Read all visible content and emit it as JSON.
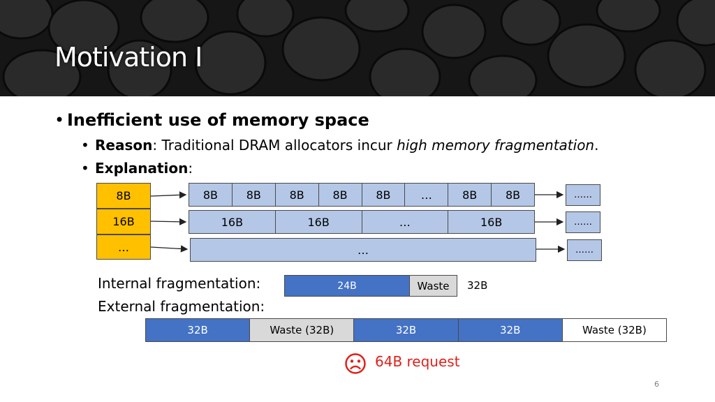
{
  "slide": {
    "title": "Motivation I",
    "page_number": "6"
  },
  "bullets": {
    "main": "Inefficient use of memory space",
    "reason_label": "Reason",
    "reason_text": ": Traditional DRAM allocators incur ",
    "reason_emph": "high memory fragmentation",
    "reason_end": ".",
    "explanation_label": "Explanation",
    "explanation_colon": ":"
  },
  "size_classes": [
    "8B",
    "16B",
    "…"
  ],
  "rows": [
    {
      "cells": [
        "8B",
        "8B",
        "8B",
        "8B",
        "8B",
        "…",
        "8B",
        "8B"
      ],
      "tail": "……"
    },
    {
      "cells": [
        "16B",
        "16B",
        "…",
        "16B"
      ],
      "tail": "……"
    },
    {
      "cells": [
        "…"
      ],
      "tail": "……"
    }
  ],
  "internal": {
    "label": "Internal fragmentation:",
    "used": "24B",
    "waste": "Waste",
    "total": "32B"
  },
  "external": {
    "label": "External fragmentation:",
    "blocks": [
      "32B",
      "Waste (32B)",
      "32B",
      "32B",
      "Waste (32B)"
    ]
  },
  "request": {
    "text": "64B request",
    "icon": "sad-face-icon"
  },
  "colors": {
    "yellow": "#ffc000",
    "light_blue": "#b4c7e7",
    "blue": "#4472c4",
    "waste_grey": "#d9d9d9",
    "request_red": "#e0201b"
  }
}
